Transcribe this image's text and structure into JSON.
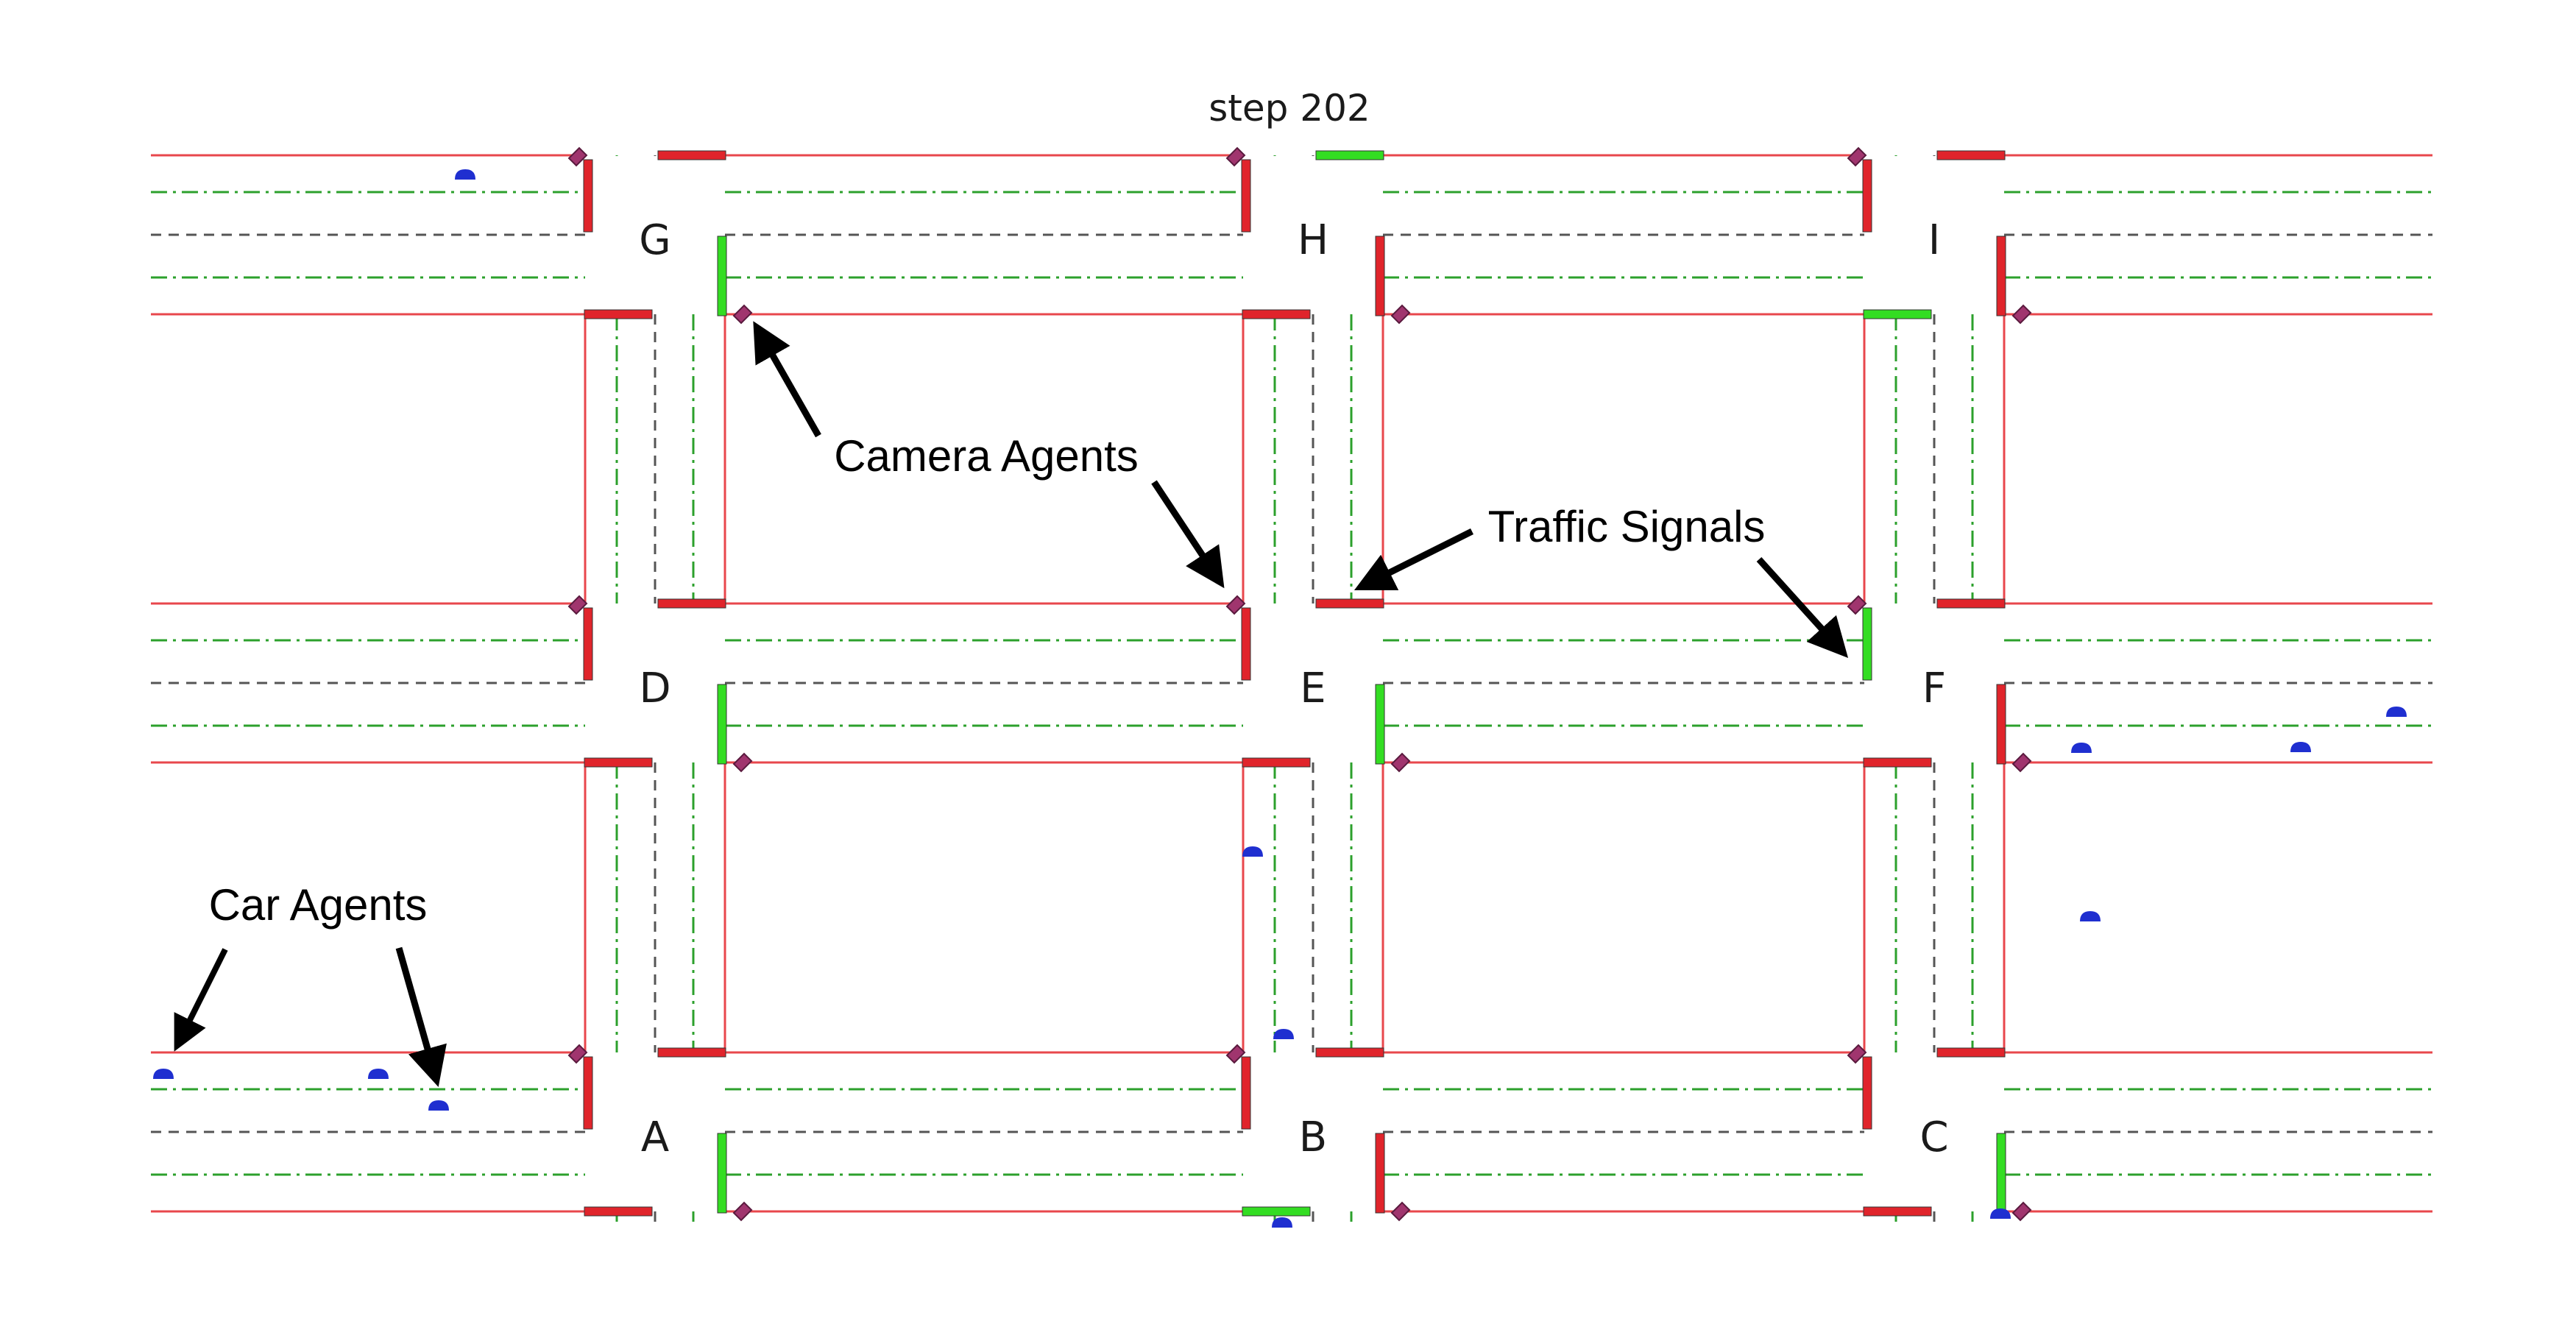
{
  "title": "step 202",
  "intersections": [
    {
      "id": "G",
      "label": "G"
    },
    {
      "id": "H",
      "label": "H"
    },
    {
      "id": "I",
      "label": "I"
    },
    {
      "id": "D",
      "label": "D"
    },
    {
      "id": "E",
      "label": "E"
    },
    {
      "id": "F",
      "label": "F"
    },
    {
      "id": "A",
      "label": "A"
    },
    {
      "id": "B",
      "label": "B"
    },
    {
      "id": "C",
      "label": "C"
    }
  ],
  "annotations": {
    "camera_agents": "Camera Agents",
    "traffic_signals": "Traffic Signals",
    "car_agents": "Car Agents"
  },
  "colors": {
    "road_edge": "#e8474c",
    "lane_divider": "#2ca02c",
    "center_line": "#555555",
    "signal_red": "#e0242b",
    "signal_green": "#33dd22",
    "camera": "#a0356e",
    "car": "#1f2fd0",
    "arrow": "#000000"
  },
  "signal_states": {
    "G": [
      "red",
      "red",
      "red",
      "green"
    ],
    "H": [
      "green",
      "red",
      "red",
      "red"
    ],
    "I": [
      "red",
      "red",
      "green",
      "red"
    ],
    "D": [
      "red",
      "red",
      "red",
      "green"
    ],
    "E": [
      "red",
      "red",
      "red",
      "green"
    ],
    "F": [
      "red",
      "green",
      "red",
      "red"
    ],
    "A": [
      "red",
      "red",
      "red",
      "green"
    ],
    "B": [
      "red",
      "red",
      "green",
      "red"
    ],
    "C": [
      "red",
      "red",
      "red",
      "green"
    ]
  }
}
